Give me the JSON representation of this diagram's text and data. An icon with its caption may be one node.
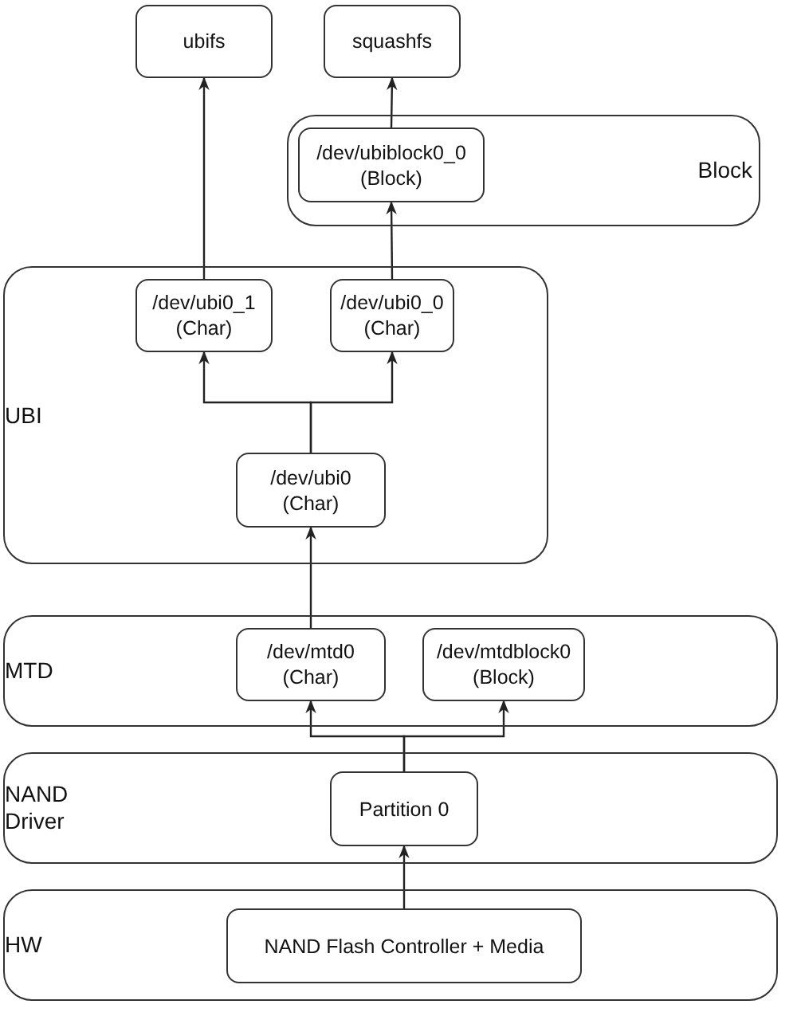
{
  "diagram": {
    "nodes": [
      {
        "text": [
          "ubifs"
        ]
      },
      {
        "text": [
          "squashfs"
        ]
      },
      {
        "text": [
          "Block"
        ]
      },
      {
        "text": [
          "/dev/ubiblock0_0 (Block)"
        ],
        "in": 2
      },
      {
        "text": [
          "UBI"
        ]
      },
      {
        "text": [
          "/dev/ubi0_1 (Char)"
        ],
        "in": 4
      },
      {
        "text": [
          "/dev/ubi0_0 (Char)"
        ],
        "in": 4
      },
      {
        "text": [
          "/dev/ubi0 (Char)"
        ],
        "in": 4
      },
      {
        "text": [
          "MTD"
        ]
      },
      {
        "text": [
          "/dev/mtd0 (Char)"
        ],
        "in": 8
      },
      {
        "text": [
          "/dev/mtdblock0 (Block)"
        ],
        "in": 8
      },
      {
        "text": [
          "NAND Driver"
        ]
      },
      {
        "text": [
          "Partition 0"
        ],
        "in": 11
      },
      {
        "text": [
          "HW"
        ]
      },
      {
        "text": [
          "NAND Flash Controller + Media"
        ],
        "in": 13
      }
    ],
    "edges": [
      {
        "from": 5,
        "to": 0,
        "arrow": "to"
      },
      {
        "from": 3,
        "to": 1,
        "arrow": "to"
      },
      {
        "from": 6,
        "to": 3,
        "arrow": "to"
      },
      {
        "from": 7,
        "to": 5,
        "arrow": "to"
      },
      {
        "from": 7,
        "to": 6,
        "arrow": "to"
      },
      {
        "from": 9,
        "to": 7,
        "arrow": "to"
      },
      {
        "from": 12,
        "to": 9,
        "arrow": "to"
      },
      {
        "from": 12,
        "to": 10,
        "arrow": "to"
      },
      {
        "from": 14,
        "to": 12,
        "arrow": "to"
      }
    ]
  }
}
